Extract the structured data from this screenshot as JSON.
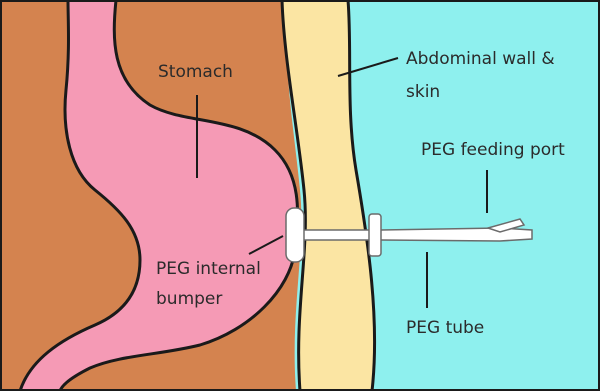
{
  "diagram": {
    "labels": {
      "stomach": "Stomach",
      "abdominal_wall_line1": "Abdominal wall &",
      "abdominal_wall_line2": "skin",
      "feeding_port": "PEG feeding port",
      "internal_bumper_line1": "PEG internal",
      "internal_bumper_line2": "bumper",
      "tube": "PEG tube"
    },
    "colors": {
      "abdomen_tissue": "#d4834f",
      "stomach": "#f59ab5",
      "abdominal_wall": "#fbe5a3",
      "outside": "#8ef0ee",
      "tube": "#ffffff",
      "outline": "#1a1a1a"
    }
  }
}
